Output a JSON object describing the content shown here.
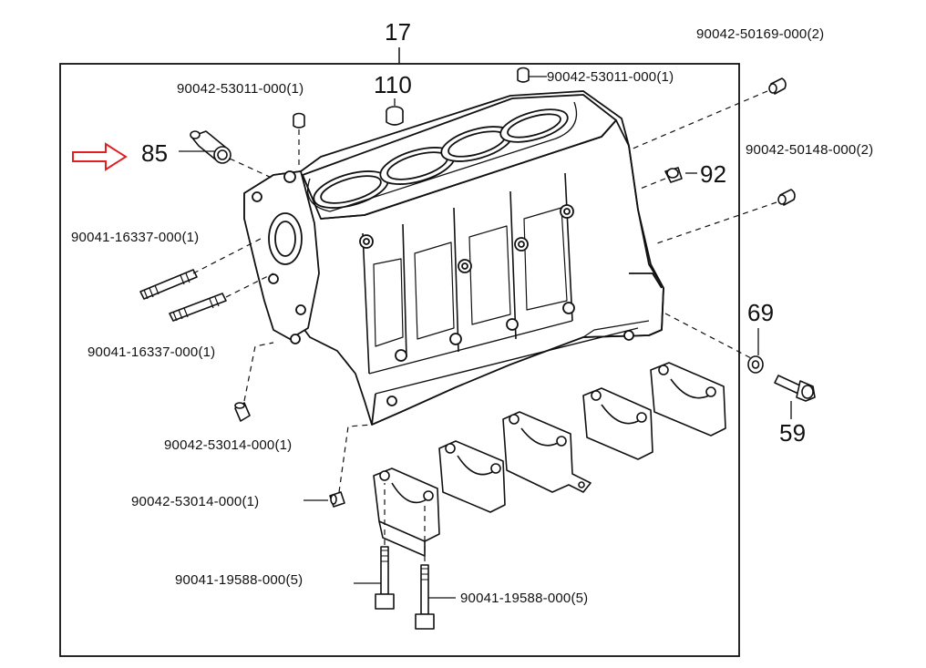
{
  "diagram": {
    "callouts": {
      "main_assembly": "17",
      "item_85": "85",
      "item_110": "110",
      "item_92": "92",
      "item_69": "69",
      "item_59": "59"
    },
    "part_numbers": {
      "top_left_plug": "90042-53011-000(1)",
      "top_right_plug": "90042-53011-000(1)",
      "upper_right_pin": "90042-50169-000(2)",
      "right_pin": "90042-50148-000(2)",
      "stud_upper": "90041-16337-000(1)",
      "stud_lower": "90041-16337-000(1)",
      "dowel_rear_1": "90042-53014-000(1)",
      "dowel_rear_2": "90042-53014-000(1)",
      "bearing_bolt_left": "90041-19588-000(5)",
      "bearing_bolt_right": "90041-19588-000(5)"
    },
    "highlight_arrow_color": "#e02020"
  }
}
